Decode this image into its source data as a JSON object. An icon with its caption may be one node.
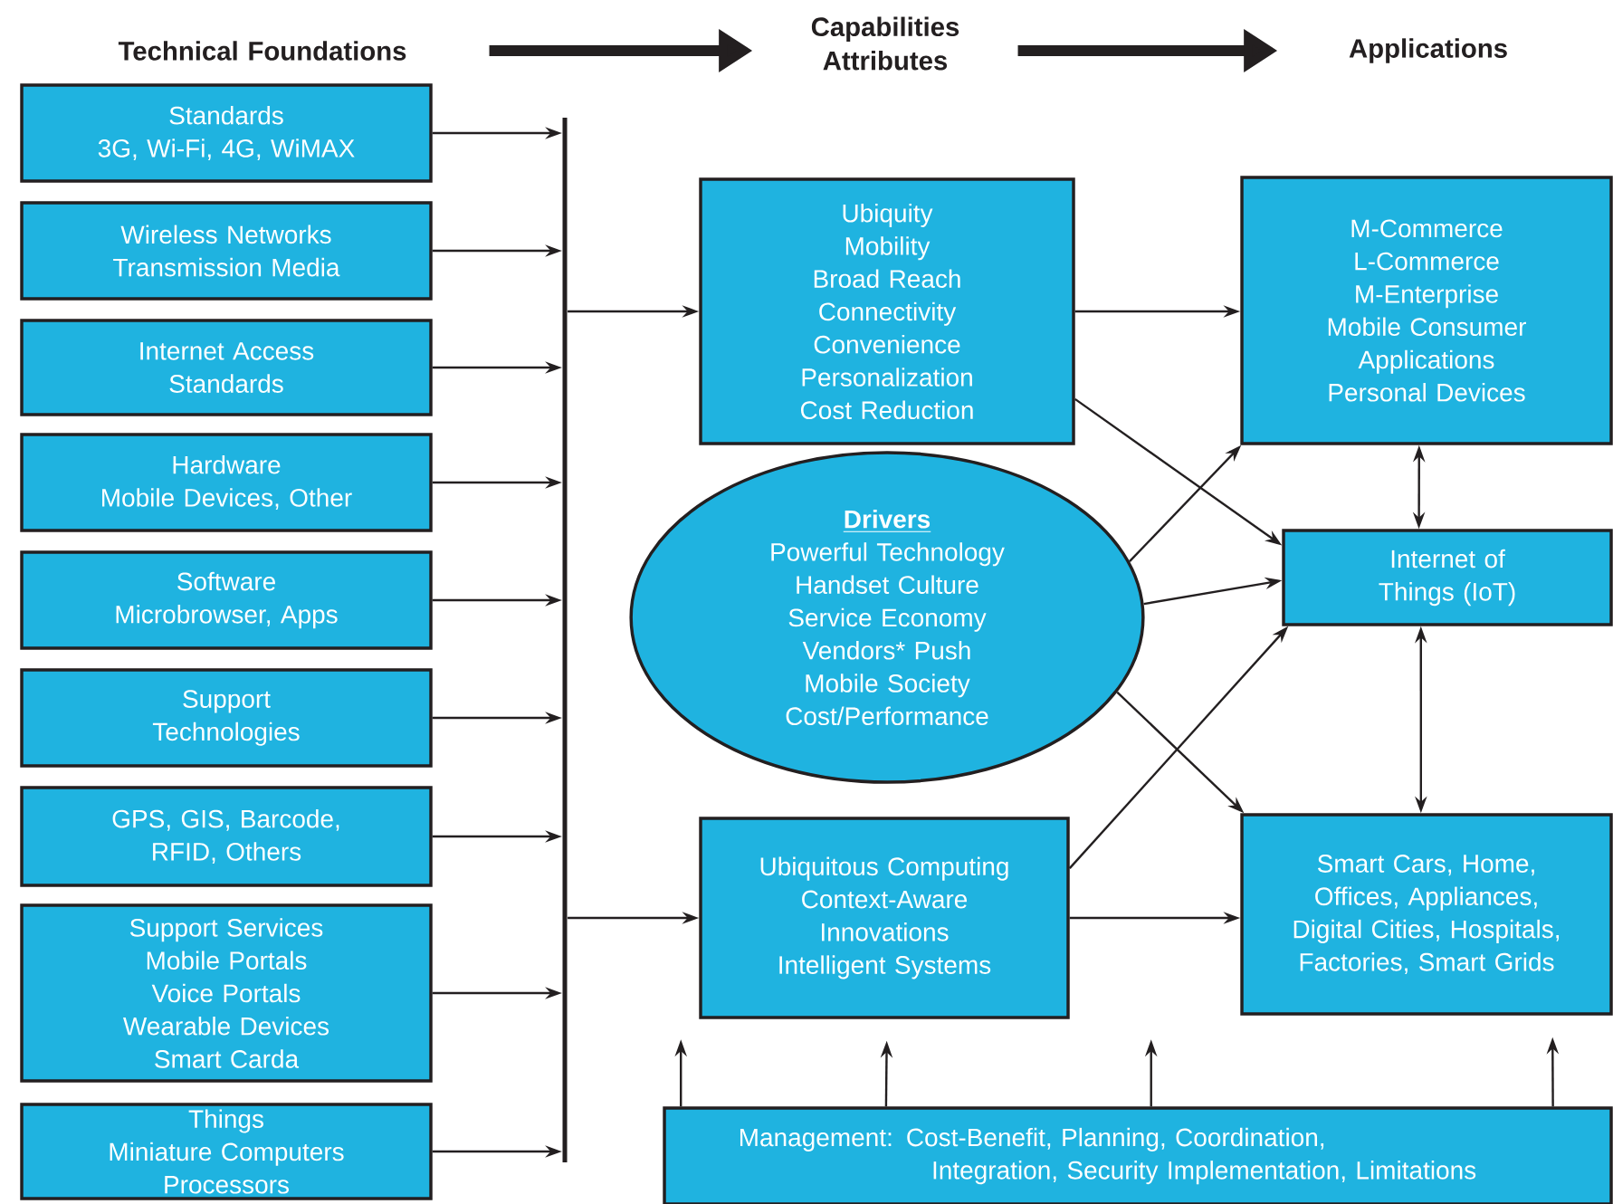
{
  "diagram": {
    "nodes": [
      {
        "text": [
          "Technical Foundations"
        ]
      },
      {
        "text": [
          "Capabilities Attributes"
        ]
      },
      {
        "text": [
          "Applications"
        ]
      },
      {
        "text": [
          "Standards",
          "3G, Wi-Fi, 4G, WiMAX"
        ]
      },
      {
        "text": [
          "Wireless Networks",
          "Transmission Media"
        ]
      },
      {
        "text": [
          "Internet Access Standards"
        ]
      },
      {
        "text": [
          "Hardware",
          "Mobile Devices, Other"
        ]
      },
      {
        "text": [
          "Software",
          "Microbrowser, Apps"
        ]
      },
      {
        "text": [
          "Support Technologies"
        ]
      },
      {
        "text": [
          "GPS, GIS,  Barcode, RFID, Others"
        ]
      },
      {
        "text": [
          "Support Services",
          "Mobile Portals",
          "Voice Portals",
          "Wearable Devices",
          "Smart Carda"
        ]
      },
      {
        "text": [
          "Things",
          "Miniature Computers",
          "Processors"
        ]
      },
      {
        "text": [],
        "shape": "bar"
      },
      {
        "text": [
          "Ubiquity",
          "Mobility",
          "Broad Reach",
          "Connectivity",
          "Convenience",
          "Personalization",
          "Cost Reduction"
        ]
      },
      {
        "text": [
          "Drivers",
          "Powerful Technology",
          "Handset Culture",
          "Service Economy",
          "Vendors* Push",
          "Mobile Society",
          "Cost/Performance"
        ]
      },
      {
        "text": [
          "Ubiquitous Computing",
          "Context-Aware",
          "Innovations",
          "Intelligent Systems"
        ]
      },
      {
        "text": [
          "M-Commerce",
          "L-Commerce",
          "M-Enterprise",
          "Mobile Consumer Applications",
          "Personal Devices"
        ]
      },
      {
        "text": [
          "Internet of Things (IoT)"
        ]
      },
      {
        "text": [
          "Smart Cars, Home, Offices, Appliances, Digital Cities, Hospitals, Factories, Smart Grids"
        ]
      },
      {
        "text": [
          "Management: Cost-Benefit, Planning, Coordination, Integration, Security Implementation, Limitations"
        ]
      }
    ],
    "edges": [
      {
        "from": 0,
        "to": 1,
        "arrow": "to",
        "style": "thick"
      },
      {
        "from": 1,
        "to": 2,
        "arrow": "to",
        "style": "thick"
      },
      {
        "from": 3,
        "to": 12,
        "arrow": "to"
      },
      {
        "from": 4,
        "to": 12,
        "arrow": "to"
      },
      {
        "from": 5,
        "to": 12,
        "arrow": "to"
      },
      {
        "from": 6,
        "to": 12,
        "arrow": "to"
      },
      {
        "from": 7,
        "to": 12,
        "arrow": "to"
      },
      {
        "from": 8,
        "to": 12,
        "arrow": "to"
      },
      {
        "from": 9,
        "to": 12,
        "arrow": "to"
      },
      {
        "from": 10,
        "to": 12,
        "arrow": "to"
      },
      {
        "from": 11,
        "to": 12,
        "arrow": "to"
      },
      {
        "from": 12,
        "to": 13,
        "arrow": "to"
      },
      {
        "from": 12,
        "to": 15,
        "arrow": "to"
      },
      {
        "from": 13,
        "to": 16,
        "arrow": "to"
      },
      {
        "from": 13,
        "to": 17,
        "arrow": "to"
      },
      {
        "from": 14,
        "to": 16,
        "arrow": "to"
      },
      {
        "from": 14,
        "to": 17,
        "arrow": "to"
      },
      {
        "from": 14,
        "to": 18,
        "arrow": "to"
      },
      {
        "from": 15,
        "to": 17,
        "arrow": "to"
      },
      {
        "from": 15,
        "to": 18,
        "arrow": "to"
      },
      {
        "from": 16,
        "to": 17,
        "arrow": "both"
      },
      {
        "from": 17,
        "to": 18,
        "arrow": "both"
      },
      {
        "from": 19,
        "to": 15,
        "arrow": "to"
      },
      {
        "from": 19,
        "to": 18,
        "arrow": "to"
      },
      {
        "from": 19,
        "to": null,
        "arrow": "to"
      },
      {
        "from": 19,
        "to": null,
        "arrow": "to"
      }
    ]
  }
}
